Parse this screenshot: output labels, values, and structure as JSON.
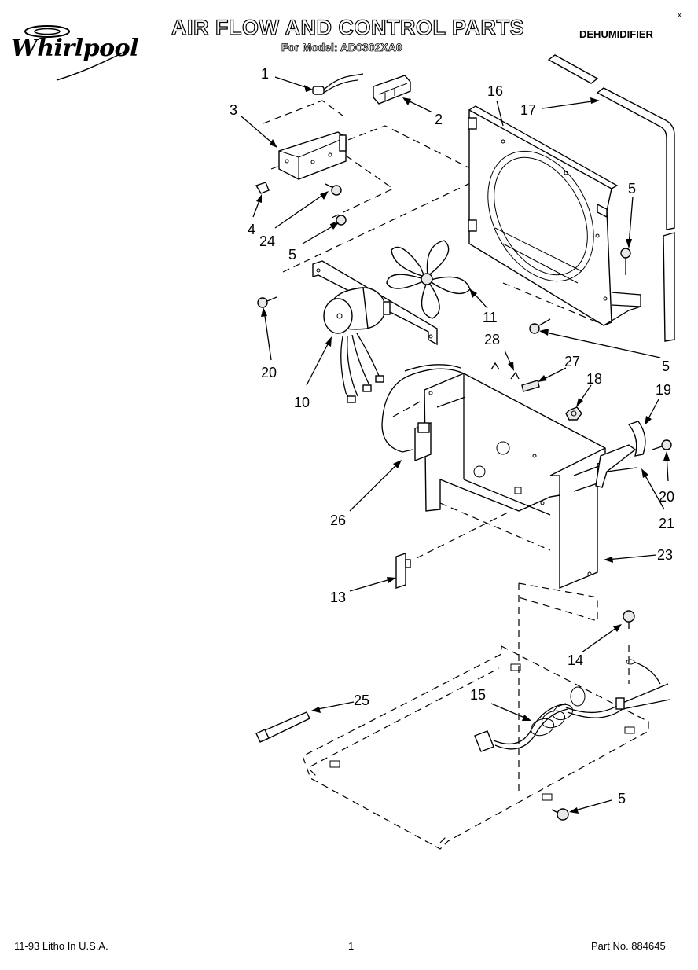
{
  "header": {
    "brand": "Whirlpool",
    "title": "AIR FLOW AND CONTROL PARTS",
    "model_line": "For Model: AD0302XA0",
    "product": "DEHUMIDIFIER",
    "corner_mark": "x"
  },
  "footer": {
    "litho": "11-93 Litho In U.S.A.",
    "page_number": "1",
    "part_number": "Part No. 884645"
  },
  "callouts": [
    {
      "id": "c1",
      "label": "1"
    },
    {
      "id": "c2",
      "label": "2"
    },
    {
      "id": "c3",
      "label": "3"
    },
    {
      "id": "c4",
      "label": "4"
    },
    {
      "id": "c24",
      "label": "24"
    },
    {
      "id": "c5a",
      "label": "5"
    },
    {
      "id": "c16",
      "label": "16"
    },
    {
      "id": "c17",
      "label": "17"
    },
    {
      "id": "c5b",
      "label": "5"
    },
    {
      "id": "c11",
      "label": "11"
    },
    {
      "id": "c20a",
      "label": "20"
    },
    {
      "id": "c10",
      "label": "10"
    },
    {
      "id": "c5c",
      "label": "5"
    },
    {
      "id": "c28",
      "label": "28"
    },
    {
      "id": "c27",
      "label": "27"
    },
    {
      "id": "c18",
      "label": "18"
    },
    {
      "id": "c19",
      "label": "19"
    },
    {
      "id": "c20b",
      "label": "20"
    },
    {
      "id": "c21",
      "label": "21"
    },
    {
      "id": "c26",
      "label": "26"
    },
    {
      "id": "c23",
      "label": "23"
    },
    {
      "id": "c13",
      "label": "13"
    },
    {
      "id": "c14",
      "label": "14"
    },
    {
      "id": "c15",
      "label": "15"
    },
    {
      "id": "c25",
      "label": "25"
    },
    {
      "id": "c5d",
      "label": "5"
    }
  ]
}
